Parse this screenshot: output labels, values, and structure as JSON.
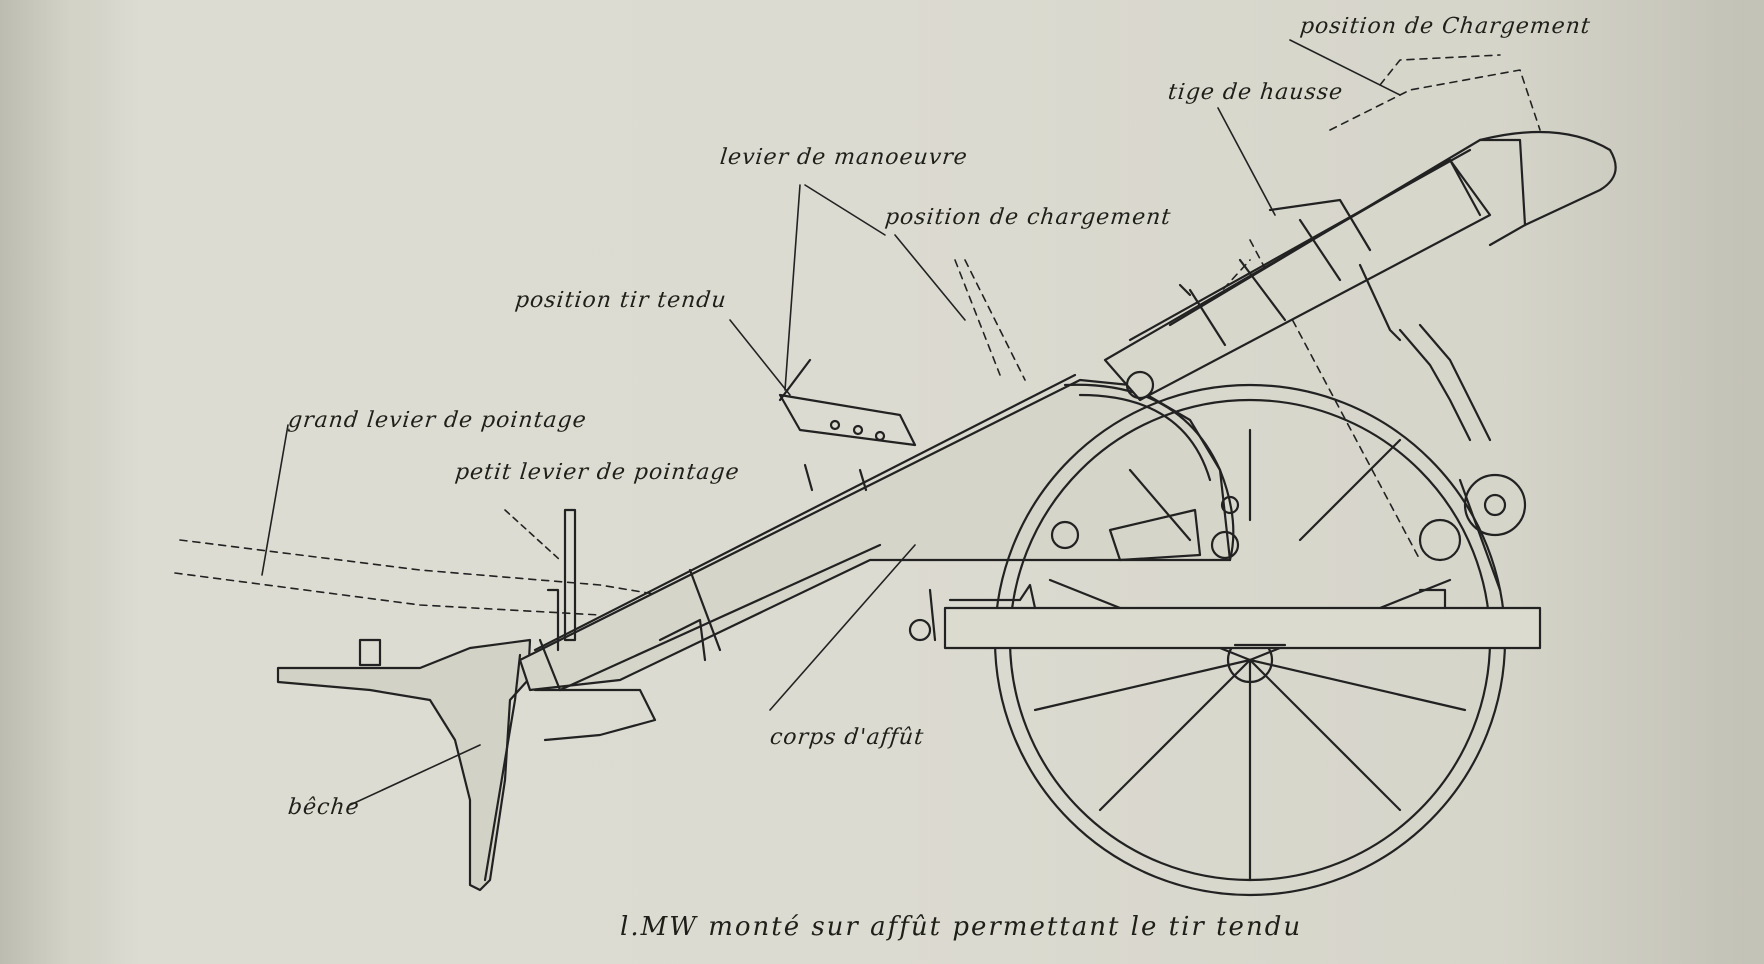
{
  "diagram": {
    "caption": "l.MW monté sur affût permettant le tir tendu",
    "labels": {
      "position_chargement_top": "position de Chargement",
      "tige_de_hausse": "tige de hausse",
      "levier_de_manoeuvre": "levier de manoeuvre",
      "position_de_chargement": "position de chargement",
      "position_tir_tendu": "position tir tendu",
      "grand_levier_de_pointage": "grand levier de pointage",
      "petit_levier_de_pointage": "petit levier de pointage",
      "corps_d_affut": "corps d'affût",
      "beche": "bêche"
    }
  }
}
